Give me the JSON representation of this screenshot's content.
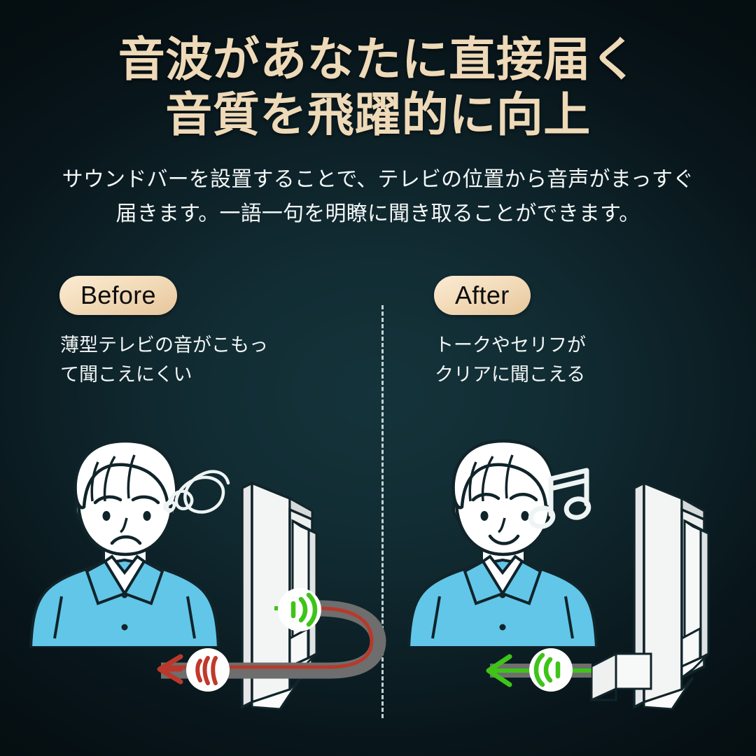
{
  "theme": {
    "background_center": "#15333b",
    "background_edge": "#050e11",
    "headline_color": "#eed9b8",
    "body_text_color": "#f4f7f7",
    "badge_fill_light": "#fbebd4",
    "badge_fill_dark": "#e6c69c",
    "badge_text_color": "#0d0d0d",
    "divider_color": "#cfe2e4",
    "shirt_color": "#62c6e8",
    "skin_color": "#ffffff",
    "line_color": "#10242a",
    "device_fill": "#f0f1f1",
    "device_shade": "#d6d9da",
    "good_sound_color": "#3ec418",
    "bad_sound_color": "#c0392b",
    "path_band_color": "#6e6e6e"
  },
  "headline": {
    "line1": "音波があなたに直接届く",
    "line2": "音質を飛躍的に向上"
  },
  "subtitle": {
    "text": "サウンドバーを設置することで、テレビの位置から音声がまっすぐ届きます。一語一句を明瞭に聞き取ることができます。"
  },
  "panels": [
    {
      "id": "before",
      "badge_label": "Before",
      "caption_line1": "薄型テレビの音がこもっ",
      "caption_line2": "て聞こえにくい",
      "caption": "薄型テレビの音がこもって聞こえにくい",
      "person_expression": "sad",
      "thought_icon": "scribble-cloud-icon",
      "sound_icons": [
        {
          "name": "sound-wave-good-icon",
          "color": "#3ec418",
          "position": "tv-rear"
        },
        {
          "name": "sound-wave-muffled-icon",
          "color": "#c0392b",
          "position": "toward-listener"
        }
      ],
      "sound_path": "u-turn-behind-tv",
      "has_soundbar": false
    },
    {
      "id": "after",
      "badge_label": "After",
      "caption_line1": "トークやセリフが",
      "caption_line2": "クリアに聞こえる",
      "caption": "トークやセリフがクリアに聞こえる",
      "person_expression": "smiling",
      "thought_icon": "music-note-icon",
      "sound_icons": [
        {
          "name": "sound-wave-good-icon",
          "color": "#3ec418",
          "position": "toward-listener"
        }
      ],
      "sound_path": "straight-to-listener",
      "has_soundbar": true
    }
  ],
  "divider": {
    "style": "vertical-dashed"
  }
}
